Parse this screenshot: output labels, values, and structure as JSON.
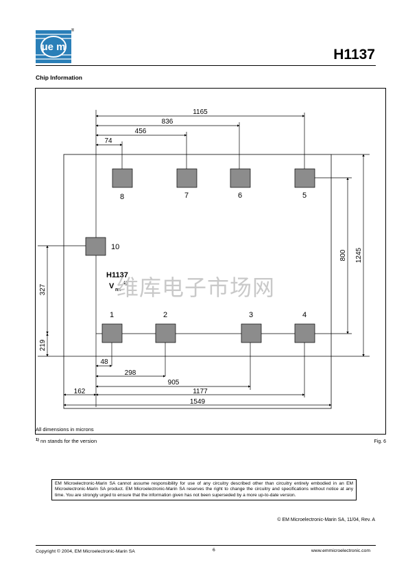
{
  "header": {
    "part_number": "H1137",
    "logo_text": "μe m",
    "logo_mark": "®"
  },
  "section_title": "Chip Information",
  "figure": {
    "dimensions": {
      "top": [
        "1165",
        "836",
        "456",
        "74"
      ],
      "right": [
        "800",
        "1245"
      ],
      "left": [
        "327",
        "219"
      ],
      "bottom": [
        "48",
        "298",
        "905",
        "162",
        "1177",
        "1549"
      ]
    },
    "pads": [
      "8",
      "7",
      "6",
      "5",
      "10",
      "1",
      "2",
      "3",
      "4"
    ],
    "chip_label": "H1137",
    "version_label": "V",
    "version_subscript": "nn",
    "version_superscript": "1)",
    "note": "All dimensions in microns",
    "figure_label": "Fig. 6",
    "colors": {
      "pad_fill": "#8c8c8c",
      "logo_blue": "#2a7fb8"
    }
  },
  "footnote": {
    "marker": "1)",
    "text": "nn stands for the version"
  },
  "watermark": "维库电子市场网",
  "disclaimer": "EM Microelectronic-Marin SA cannot assume responsibility for use of any circuitry described other than circuitry entirely embodied in an EM Microelectronic-Marin SA product. EM Microelectronic-Marin SA reserves the right to change the circuitry and specifications without notice at any time. You are strongly urged to ensure that the information given has not been superseded by a more up-to-date version.",
  "revision_note": "© EM Microelectronic-Marin SA, 11/04, Rev. A",
  "footer": {
    "copyright": "Copyright © 2004, EM Microelectronic-Marin SA",
    "page_number": "6",
    "website": "www.emmicroelectronic.com"
  }
}
